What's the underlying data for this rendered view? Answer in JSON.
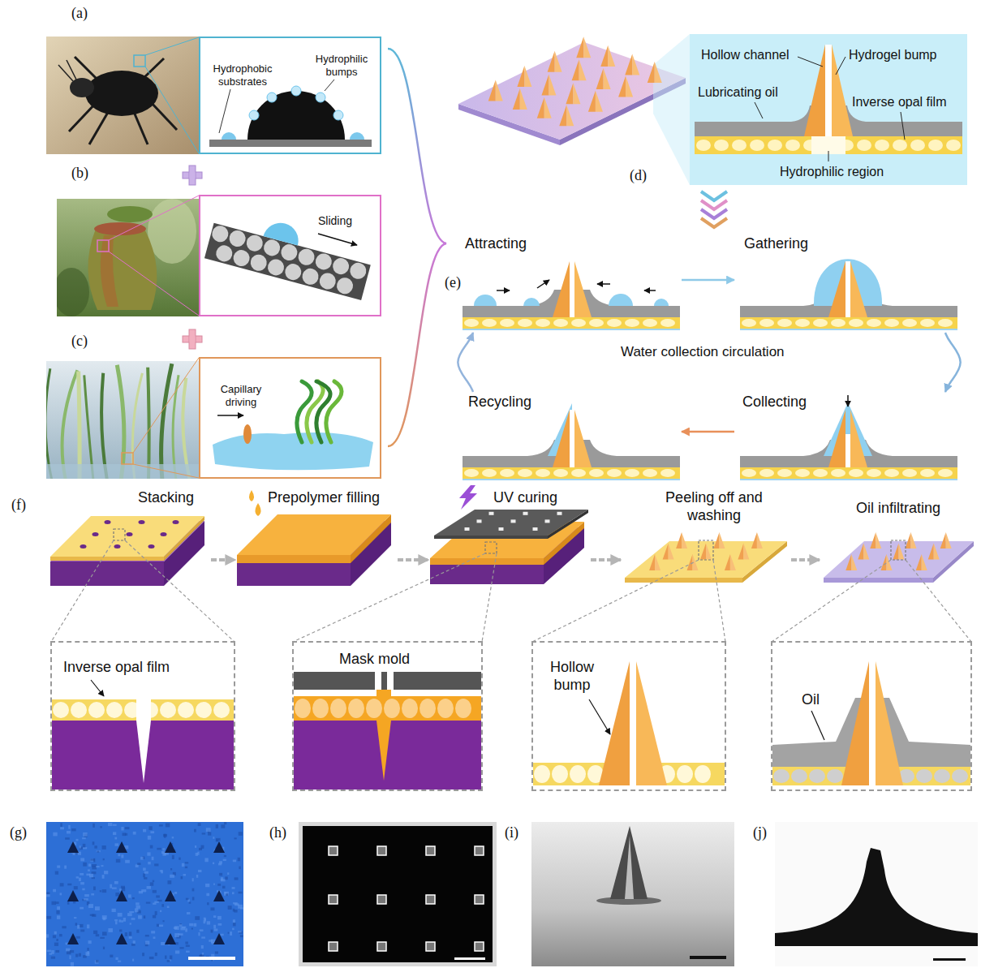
{
  "diagram": {
    "nodes": [
      {
        "text": [
          "Hydrophobic substrates",
          "Hydrophilic bumps"
        ]
      },
      {
        "text": [
          "Sliding"
        ]
      },
      {
        "text": [
          "Capillary driving"
        ]
      },
      {
        "text": [
          "Hollow channel",
          "Hydrogel bump",
          "Lubricating oil",
          "Inverse opal film",
          "Hydrophilic region"
        ]
      },
      {
        "text": [
          "Attracting"
        ]
      },
      {
        "text": [
          "Gathering"
        ]
      },
      {
        "text": [
          "Recycling"
        ]
      },
      {
        "text": [
          "Collecting"
        ]
      },
      {
        "text": [
          "Stacking"
        ]
      },
      {
        "text": [
          "Prepolymer filling"
        ]
      },
      {
        "text": [
          "UV curing"
        ]
      },
      {
        "text": [
          "Peeling off and washing"
        ]
      },
      {
        "text": [
          "Oil infiltrating"
        ]
      },
      {
        "text": [
          "Inverse opal film"
        ]
      },
      {
        "text": [
          "Mask mold"
        ]
      },
      {
        "text": [
          "Hollow bump"
        ]
      },
      {
        "text": [
          "Oil"
        ]
      }
    ],
    "edges": [
      {
        "from": 4,
        "to": 5,
        "arrow": "to"
      },
      {
        "from": 5,
        "to": 7,
        "arrow": "to"
      },
      {
        "from": 7,
        "to": 6,
        "arrow": "to"
      },
      {
        "from": 6,
        "to": 4,
        "arrow": "to"
      },
      {
        "from": 8,
        "to": 9,
        "arrow": "to"
      },
      {
        "from": 9,
        "to": 10,
        "arrow": "to"
      },
      {
        "from": 10,
        "to": 11,
        "arrow": "to"
      },
      {
        "from": 11,
        "to": 12,
        "arrow": "to"
      }
    ],
    "labels": [
      "(a)",
      "(b)",
      "(c)",
      "(d)",
      "(e)",
      "Water collection circulation",
      "(f)",
      "(g)",
      "(h)",
      "(i)",
      "(j)"
    ]
  }
}
